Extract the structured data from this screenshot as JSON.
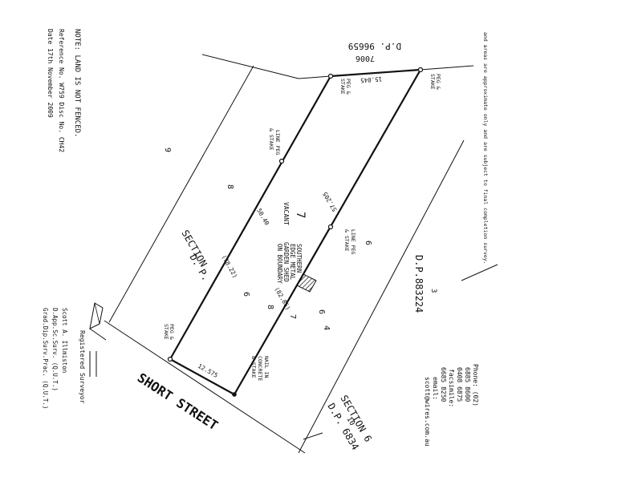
{
  "note": {
    "line1": "NOTE: LAND IS NOT FENCED.",
    "line2": "Reference No. W759 Disc No. CH42",
    "line3": "Date 17th November 2009"
  },
  "plan": {
    "dp_top": "D.P. 96659",
    "lot_top": "7006",
    "top_note": "and areas are approximate only and are subject to final completion survey.",
    "dp_right": "D.P.883224",
    "lot_right": "3",
    "section_bottom": "SECTION 6",
    "dp_bottom": "D.P. 6834",
    "lot_bottom": "10",
    "street": "SHORT STREET",
    "section_left": "SECTION",
    "dp_left": "D. P.",
    "lot_left_outer": "9",
    "lot_left_inner": "8",
    "lot_center": "7",
    "lot_right_inner": "6",
    "lot_right_side": "6",
    "lot_center_lower_8": "8",
    "lot_center_lower_7": "7",
    "lot_center_lower_6": "6",
    "lot_center_lower_4": "4",
    "lot_left_lower": "6",
    "vacant": "VACANT",
    "shed": [
      "SOUTHERN",
      "EDGE METAL",
      "GARDEN SHED",
      "ON BOUNDARY"
    ],
    "dims": {
      "top": "15.045",
      "left_upper": "50.40",
      "left_lower": "(78.22)",
      "right_upper": "57.205",
      "right_lower": "(82.85)",
      "bottom": "12.575"
    },
    "markers": {
      "top_left": [
        "PEG &",
        "STAKE"
      ],
      "top_right": [
        "PEG &",
        "STAKE"
      ],
      "line_peg_left": [
        "LINE PEG",
        "& STAKE"
      ],
      "line_peg_right": [
        "LINE PEG",
        "& STAKE"
      ],
      "bottom_left": [
        "PEG &",
        "STAKE"
      ],
      "bottom_right": [
        "NAIL IN",
        "CONCRETE",
        "& STAKE"
      ]
    }
  },
  "contact": {
    "phone": "Phone: (02)",
    "phone1": "6885 8600",
    "phone2": "0408 6875",
    "fax_label": "facsimile:",
    "fax": "6685 8250",
    "email_label": "email:",
    "email": "scott@wires.com.au"
  },
  "surveyor": {
    "registered": "Registered Surveyor",
    "name": "Scott A. Illmiston",
    "qual1": "D.App.Sc.Surv. (Q.U.T.)",
    "qual2": "Grad.Dip.Surv.Prac. (Q.U.T.)"
  }
}
